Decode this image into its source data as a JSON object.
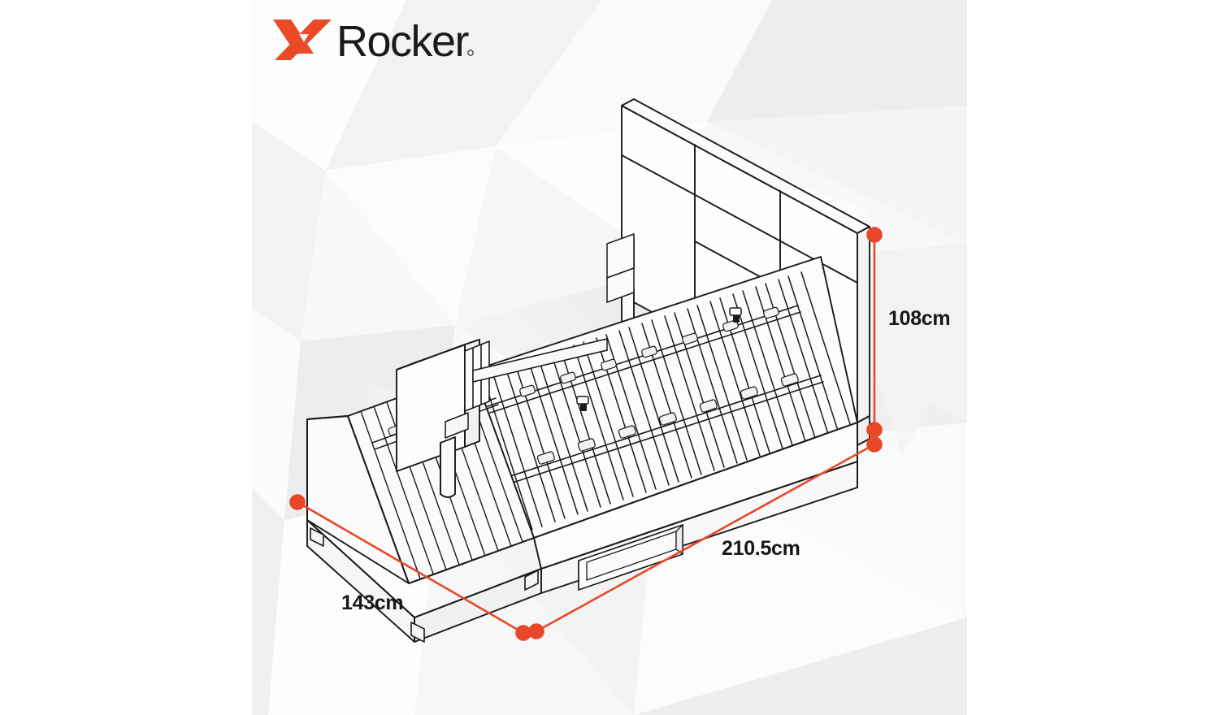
{
  "page": {
    "title": "X Rocker Bed Frame Dimension Diagram",
    "canvas_background": "#ffffff",
    "panel_background": "#f4f4f5"
  },
  "brand": {
    "logo_mark": "x-mark",
    "logo_mark_color": "#ea4b26",
    "wordmark": "Rocker",
    "wordmark_color": "#1a1a1a",
    "registered_mark": "®"
  },
  "product": {
    "type": "bed-frame-isometric-line-drawing",
    "line_color": "#1a1a1a",
    "fill_color": "#ffffff",
    "features": [
      "tall-headboard-three-panels",
      "slatted-bed-base",
      "cross-support-rails",
      "tv-mount-panel",
      "support-post",
      "side-rail-cutout",
      "plinth-base",
      "corner-feet"
    ]
  },
  "dimensions": {
    "accent_color": "#e8472a",
    "marker_shape": "circle",
    "items": [
      {
        "name": "height",
        "label": "108cm",
        "orientation": "vertical"
      },
      {
        "name": "length",
        "label": "210.5cm",
        "orientation": "diagonal-right"
      },
      {
        "name": "width",
        "label": "143cm",
        "orientation": "diagonal-left"
      }
    ]
  }
}
